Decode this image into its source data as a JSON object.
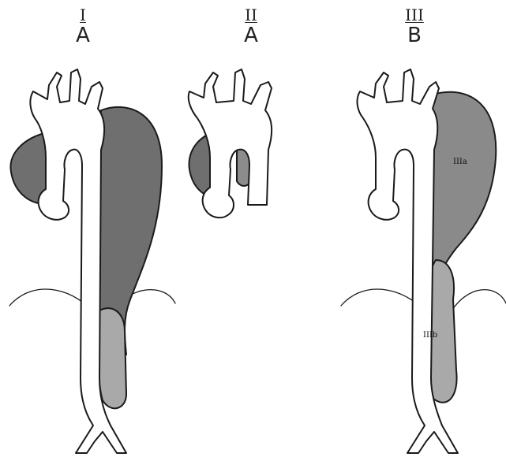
{
  "panels": [
    {
      "roman": "I",
      "letter": "A"
    },
    {
      "roman": "II",
      "letter": "A"
    },
    {
      "roman": "III",
      "letter": "B",
      "region_labels": [
        "IIIa",
        "IIIb"
      ]
    }
  ],
  "colors": {
    "line": "#1a1a1a",
    "dark_dissection": "#6f6f6f",
    "light_dissection": "#a9a9a9",
    "aorta_fill": "#ffffff"
  }
}
